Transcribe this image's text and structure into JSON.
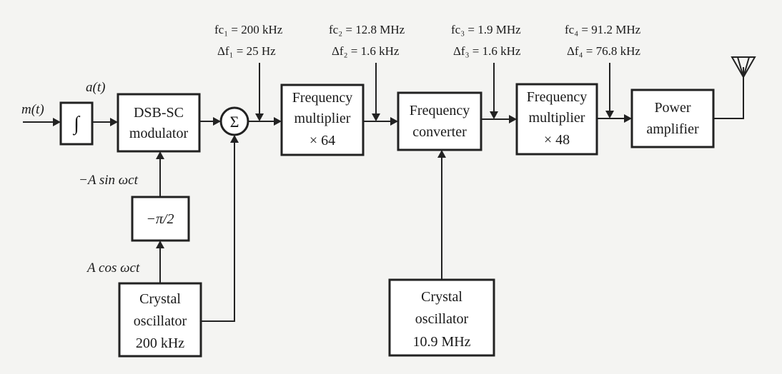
{
  "blocks": {
    "integrator": {
      "label": "∫"
    },
    "dsb": {
      "line1": "DSB-SC",
      "line2": "modulator"
    },
    "sum": {
      "label": "Σ"
    },
    "mult64": {
      "line1": "Frequency",
      "line2": "multiplier",
      "line3": "× 64"
    },
    "converter": {
      "line1": "Frequency",
      "line2": "converter"
    },
    "mult48": {
      "line1": "Frequency",
      "line2": "multiplier",
      "line3": "× 48"
    },
    "power": {
      "line1": "Power",
      "line2": "amplifier"
    },
    "phase": {
      "label": "−π/2"
    },
    "osc1": {
      "line1": "Crystal",
      "line2": "oscillator",
      "line3": "200 kHz"
    },
    "osc2": {
      "line1": "Crystal",
      "line2": "oscillator",
      "line3": "10.9 MHz"
    }
  },
  "signals": {
    "input": "m(t)",
    "integrated": "a(t)",
    "sine": "−A sin ωct",
    "cosine": "A cos ωct"
  },
  "stages": [
    {
      "fc_label": "fc₁ = 200 kHz",
      "df_label": "Δf₁ = 25 Hz"
    },
    {
      "fc_label": "fc₂ = 12.8 MHz",
      "df_label": "Δf₂ = 1.6 kHz"
    },
    {
      "fc_label": "fc₃ = 1.9 MHz",
      "df_label": "Δf₃ = 1.6 kHz"
    },
    {
      "fc_label": "fc₄ = 91.2 MHz",
      "df_label": "Δf₄ = 76.8 kHz"
    }
  ],
  "colors": {
    "ink": "#222222",
    "paper": "#f4f4f2"
  }
}
